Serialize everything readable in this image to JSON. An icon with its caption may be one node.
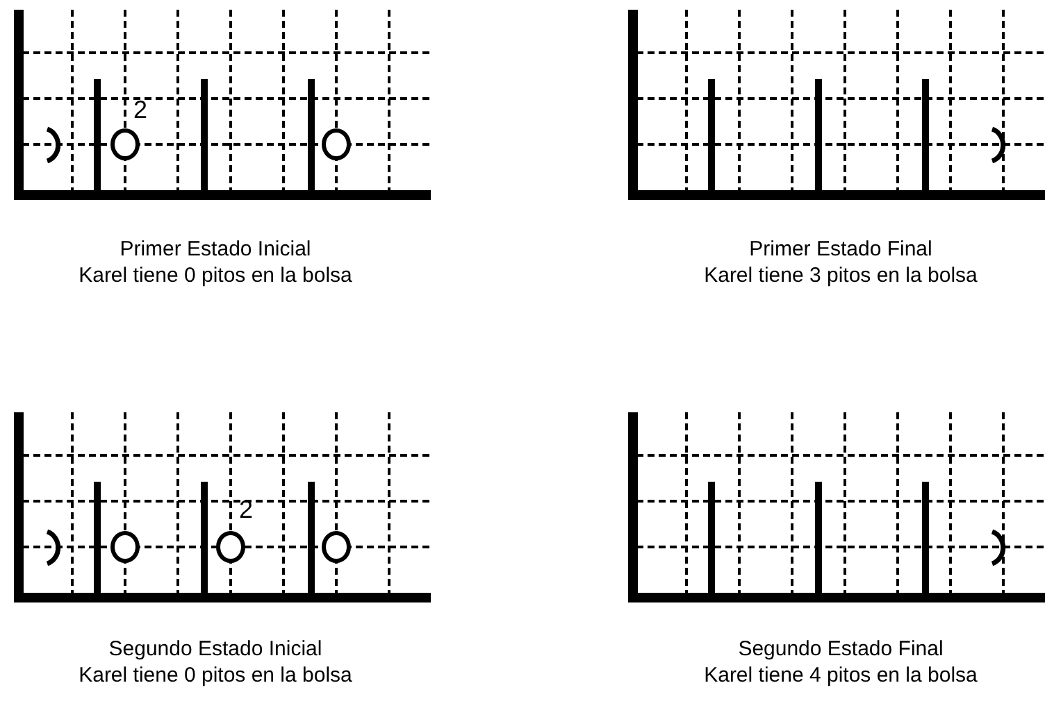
{
  "diagram": {
    "labels": [
      "2",
      "Primer Estado Inicial",
      "Karel tiene 0 pitos en la bolsa",
      "Primer Estado Final",
      "Karel tiene 3 pitos en la bolsa",
      "2",
      "Segundo Estado Inicial",
      "Karel tiene 0 pitos en la bolsa",
      "Segundo Estado Final",
      "Karel tiene 4 pitos en la bolsa"
    ]
  }
}
